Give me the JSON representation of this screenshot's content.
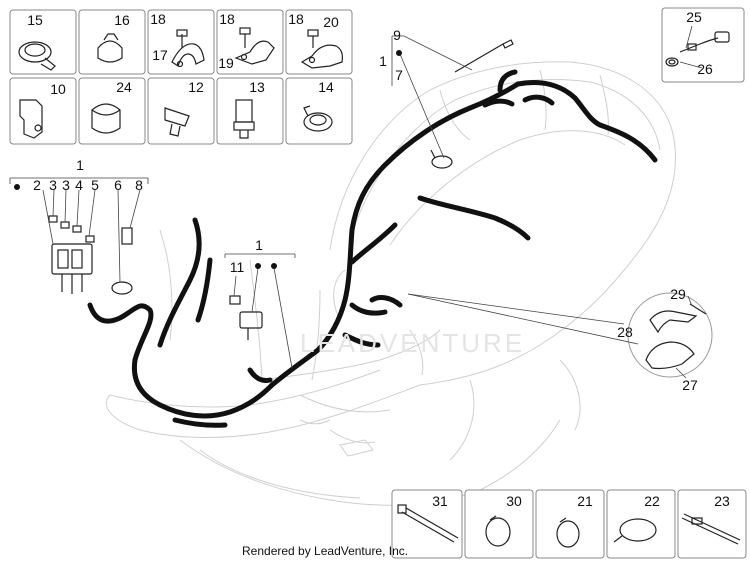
{
  "callouts": {
    "c15": "15",
    "c16": "16",
    "c18a": "18",
    "c17": "17",
    "c18b": "18",
    "c19": "19",
    "c18c": "18",
    "c20": "20",
    "c10": "10",
    "c24": "24",
    "c12": "12",
    "c13": "13",
    "c14": "14",
    "c25": "25",
    "c26": "26",
    "c9": "9",
    "c1a": "1",
    "c7": "7",
    "c1b": "1",
    "c2": "2",
    "c3a": "3",
    "c3b": "3",
    "c4": "4",
    "c5": "5",
    "c6": "6",
    "c8": "8",
    "c1c": "1",
    "c11": "11",
    "c29": "29",
    "c28": "28",
    "c27": "27",
    "c31": "31",
    "c30": "30",
    "c21": "21",
    "c22": "22",
    "c23": "23"
  },
  "watermark": "LEADVENTURE",
  "credit": "Rendered by LeadVenture, Inc."
}
